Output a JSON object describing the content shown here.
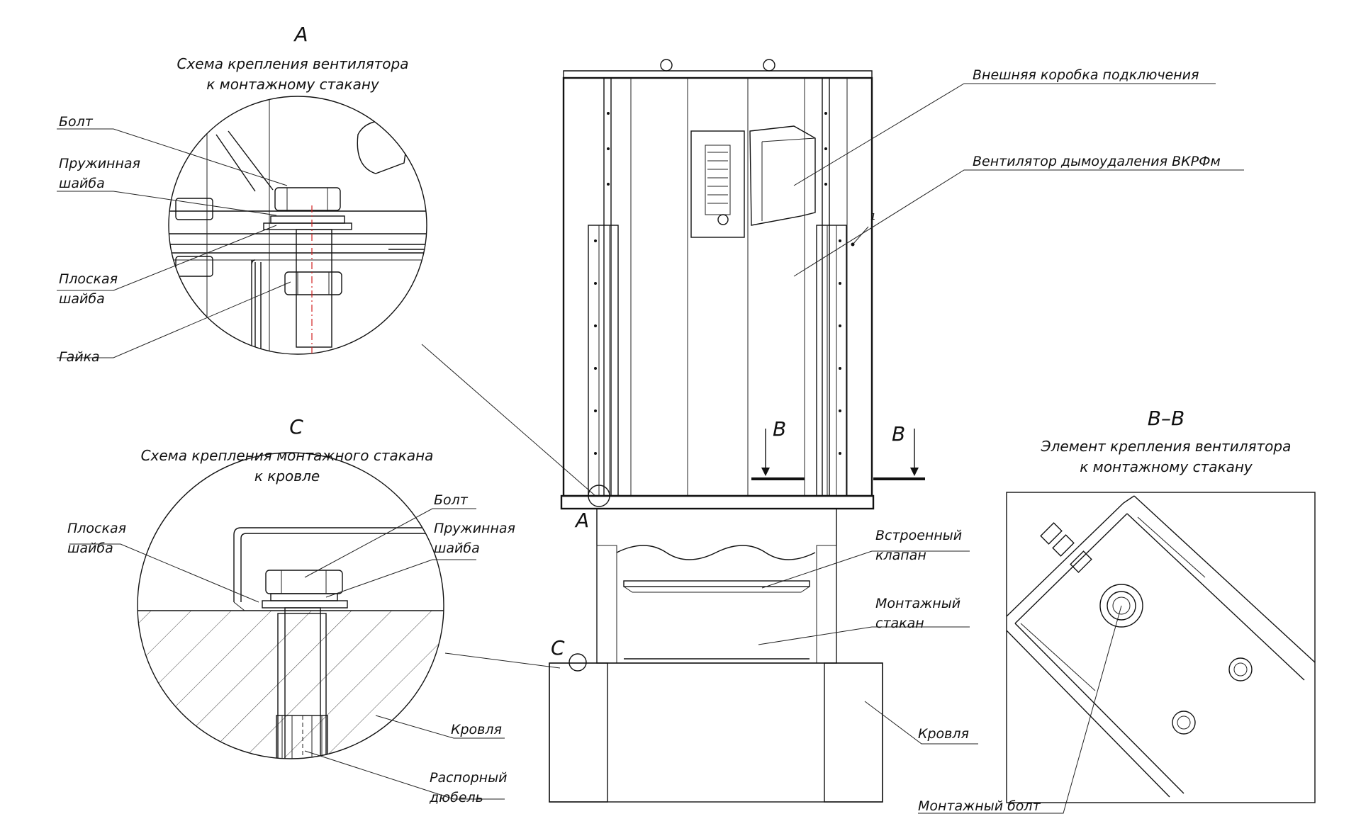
{
  "detail_a": {
    "letter": "A",
    "caption_1": "Схема крепления вентилятора",
    "caption_2": "к монтажному стакану",
    "labels": {
      "bolt": "Болт",
      "spring_washer_1": "Пружинная",
      "spring_washer_2": "шайба",
      "flat_washer_1": "Плоская",
      "flat_washer_2": "шайба",
      "nut": "Гайка"
    }
  },
  "detail_c": {
    "letter": "C",
    "caption_1": "Схема крепления монтажного стакана",
    "caption_2": "к кровле",
    "labels": {
      "bolt": "Болт",
      "flat_washer_1": "Плоская",
      "flat_washer_2": "шайба",
      "spring_washer_1": "Пружинная",
      "spring_washer_2": "шайба",
      "roof": "Кровля",
      "dowel_1": "Распорный",
      "dowel_2": "дюбель"
    }
  },
  "main_view": {
    "labels": {
      "junction_box": "Внешняя коробка подключения",
      "fan": "Вентилятор дымоудаления ВКРФм",
      "valve_1": "Встроенный",
      "valve_2": "клапан",
      "mount_cup_1": "Монтажный",
      "mount_cup_2": "стакан",
      "roof": "Кровля",
      "marker_a": "A",
      "marker_c": "C",
      "section_b_left": "B",
      "section_b_right": "B",
      "callout_1": "1"
    }
  },
  "section_bb": {
    "title": "B–B",
    "caption_1": "Элемент крепления вентилятора",
    "caption_2": "к монтажному стакану",
    "label_bolt": "Монтажный болт"
  }
}
